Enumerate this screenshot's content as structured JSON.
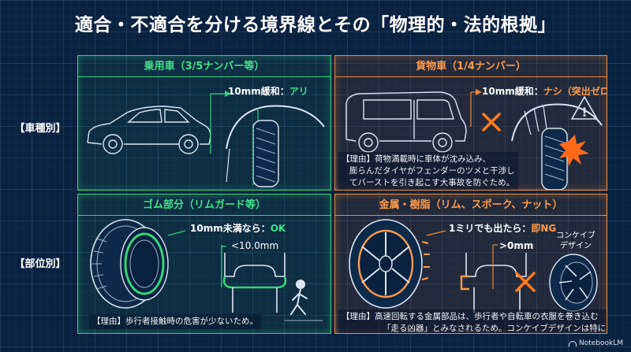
{
  "title": "適合・不適合を分ける境界線とその「物理的・法的根拠」",
  "rows": {
    "vehicle": "【車種別】",
    "part": "【部位別】"
  },
  "panels": {
    "passenger": {
      "header": "乗用車（3/5ナンバー等）",
      "callout_prefix": "10mm緩和：",
      "callout_value": "アリ"
    },
    "cargo": {
      "header": "貨物車（1/4ナンバー）",
      "callout_prefix": "10mm緩和：",
      "callout_value": "ナシ（突出ゼロ）",
      "reason_lines": [
        "【理由】荷物満載時に車体が沈み込み、",
        "膨らんだタイヤがフェンダーのツメと干渉し",
        "てバーストを引き起こす大事故を防ぐため。"
      ]
    },
    "rubber": {
      "header": "ゴム部分（リムガード等）",
      "callout_prefix": "10mm未満なら：",
      "callout_value": "OK",
      "measure": "<10.0mm",
      "reason": "【理由】歩行者接触時の危害が少ないため。"
    },
    "metal": {
      "header": "金属・樹脂（リム、スポーク、ナット）",
      "callout_prefix": "1ミリでも出たら：",
      "callout_value": "即NG",
      "measure": ">0mm",
      "concave_line1": "コンケイブ",
      "concave_line2": "デザイン",
      "reason_lines": [
        "【理由】高速回転する金属部品は、歩行者や自転車の衣服を巻き込む",
        "「走る凶器」とみなされるため。コンケイブデザインは特に注意。"
      ]
    }
  },
  "logo": "NotebookLM",
  "colors": {
    "background": "#0b2140",
    "green": "#38d37a",
    "orange": "#f08a3a",
    "danger": "#ff7a1a"
  }
}
